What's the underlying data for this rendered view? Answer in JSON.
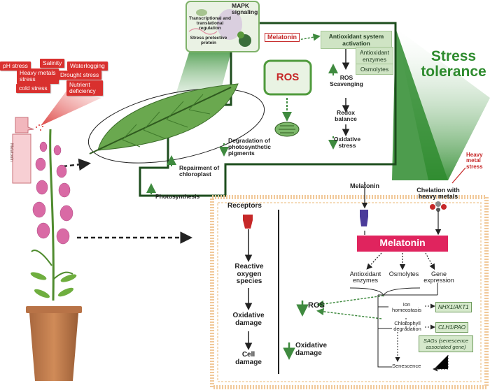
{
  "stresses": [
    "pH stress",
    "Salinity",
    "Waterlogging",
    "Heavy metals stress",
    "Drought stress",
    "cold stress",
    "Nutrient deficiency"
  ],
  "spray_label": "Melatonin",
  "inset": {
    "mapk": "MAPK signaling",
    "transcription": "Transcriptional and translational regulation",
    "protective": "Stress protective protein"
  },
  "leaf_panel": {
    "melatonin": "Melatonin",
    "antioxidant_activation": "Antioxidant system activation",
    "antioxidant_enzymes": "Antioxidant enzymes",
    "osmolytes": "Osmolytes",
    "ros": "ROS",
    "ros_scavenging": "ROS Scavenging",
    "redox": "Redox balance",
    "oxidative_stress": "Oxidative stress",
    "degradation": "Degradation of photosynthetic pigments",
    "repair": "Repairment of chloroplast",
    "photosynthesis": "Photosynthesis"
  },
  "stress_tolerance": "Stress tolerance",
  "cell": {
    "receptors": "Receptors",
    "melatonin_top": "Melatonin",
    "chelation": "Chelation with heavy metals",
    "heavy_metal_stress": "Heavy metal stress",
    "reactive_oxygen": "Reactive oxygen species",
    "oxidative_damage": "Oxidative damage",
    "cell_damage": "Cell damage",
    "melatonin_banner": "Melatonin",
    "antioxidant_enzymes": "Antioxidant enzymes",
    "osmolytes": "Osmolytes",
    "gene_expression": "Gene expression",
    "ros": "ROS",
    "oxidative_damage_right": "Oxidative damage",
    "ion_homeostasis": "Ion homeostasis",
    "chlorophyll_degradation": "Chlorophyll degradation",
    "senescence": "Senescence",
    "gene_nhx": "NHX1/AKT1",
    "gene_clh": "CLH1/PAO",
    "gene_sags": "SAGs (senescence associated gene)"
  },
  "colors": {
    "stress_red": "#d9302e",
    "melatonin_pink": "#e0245e",
    "leaf_green": "#5a9a3c",
    "dark_green": "#2b6a2b",
    "cell_orange": "#f1c99a",
    "tolerance_green": "#2e8b2e"
  }
}
